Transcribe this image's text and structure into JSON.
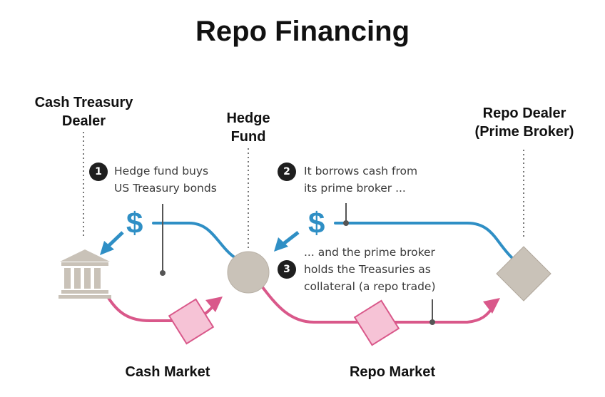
{
  "title": "Repo Financing",
  "parties": {
    "cash_dealer": [
      "Cash Treasury",
      "Dealer"
    ],
    "hedge_fund": [
      "Hedge",
      "Fund"
    ],
    "repo_dealer": [
      "Repo Dealer",
      "(Prime Broker)"
    ]
  },
  "steps": [
    {
      "number": "1",
      "lines": [
        "Hedge fund buys",
        "US Treasury bonds"
      ]
    },
    {
      "number": "2",
      "lines": [
        "It borrows cash from",
        "its prime broker ..."
      ]
    },
    {
      "number": "3",
      "lines": [
        "... and the prime broker",
        "holds the Treasuries as",
        "collateral (a repo trade)"
      ]
    }
  ],
  "markets": {
    "cash": "Cash Market",
    "repo": "Repo Market"
  },
  "cash_symbol": "$",
  "colors": {
    "cash_flow": "#2f8fc5",
    "bond_flow": "#d9588a",
    "bond_fill": "#f6c3d6",
    "node_fill": "#c9c2b8",
    "badge": "#1f1f1f",
    "leader": "#555555",
    "dotted": "#777777"
  },
  "icons": {
    "cash_dealer": "bank-building-icon",
    "hedge_fund": "circle-node-icon",
    "repo_dealer": "diamond-node-icon",
    "bond": "bond-certificate-icon",
    "cash": "dollar-icon"
  }
}
